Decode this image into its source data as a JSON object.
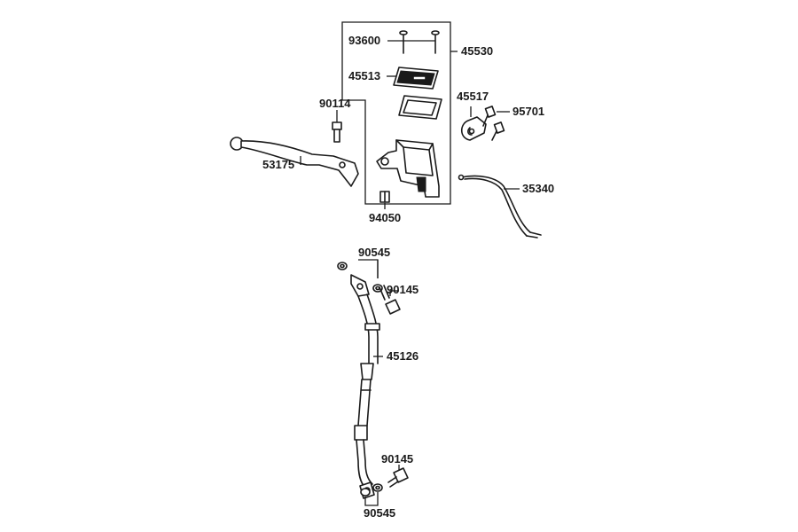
{
  "diagram": {
    "labels": {
      "p93600": "93600",
      "p45530": "45530",
      "p45513": "45513",
      "p45517": "45517",
      "p95701": "95701",
      "p90114": "90114",
      "p53175": "53175",
      "p35340": "35340",
      "p94050": "94050",
      "p90545_top": "90545",
      "p90145_top": "90145",
      "p45126": "45126",
      "p90145_bottom": "90145",
      "p90545_bottom": "90545"
    }
  }
}
